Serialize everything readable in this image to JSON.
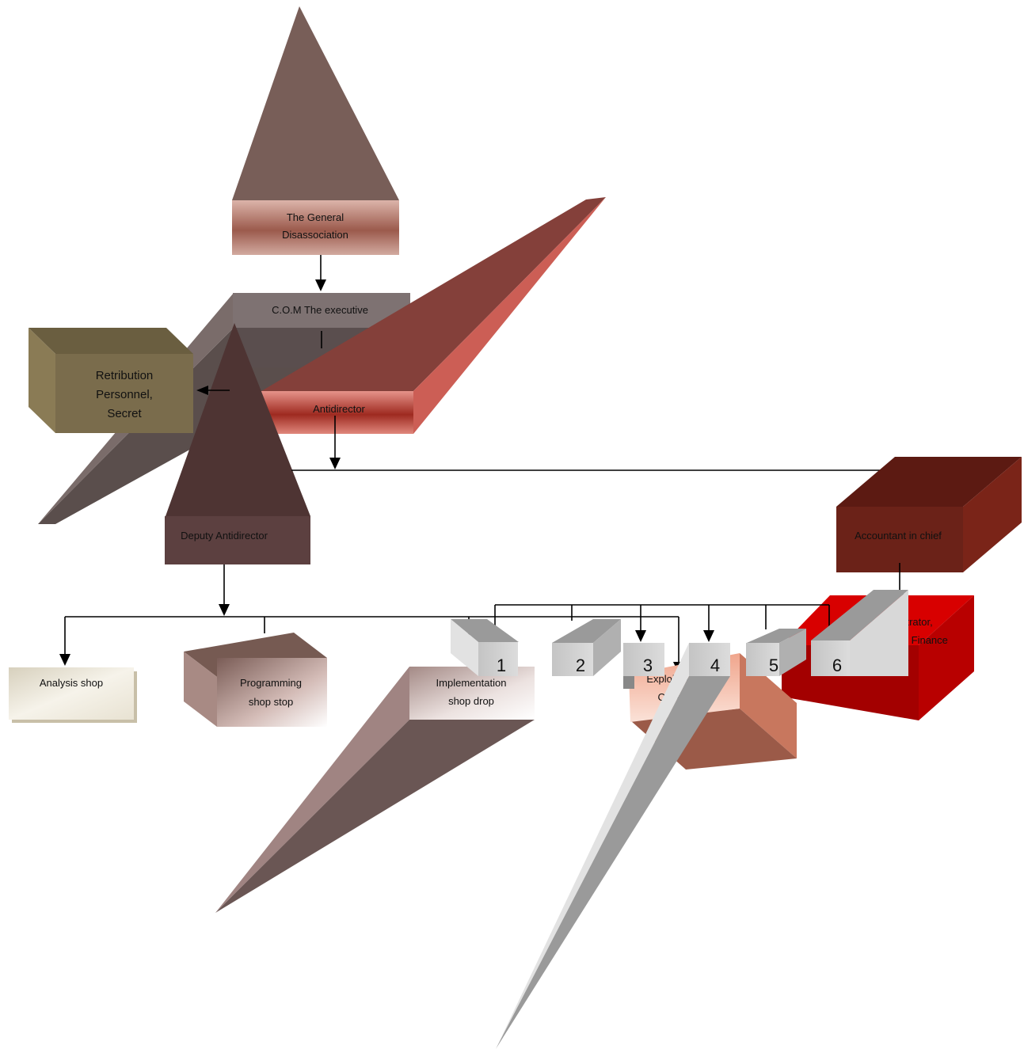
{
  "diagram": {
    "nodes": {
      "general": {
        "line1": "The General",
        "line2": "Disassociation"
      },
      "com": {
        "label": "C.O.M The executive"
      },
      "retribution": {
        "line1": "Retribution",
        "line2": "Personnel,",
        "line3": "Secret"
      },
      "antidirector": {
        "label": "Antidirector"
      },
      "deputy": {
        "label": "Deputy Antidirector"
      },
      "accountant": {
        "label": "Accountant in chief"
      },
      "administrator": {
        "line1": "Administrator,",
        "line2": "Accounting, Finance"
      },
      "analysis": {
        "label": "Analysis shop"
      },
      "programming": {
        "line1": "Programming",
        "line2": "shop stop"
      },
      "implementation": {
        "line1": "Implementation",
        "line2": "shop drop"
      },
      "exploitation": {
        "line1": "Exploitation",
        "line2": "Center"
      },
      "units": [
        "1",
        "2",
        "3",
        "4",
        "5",
        "6"
      ]
    },
    "colors": {
      "brown_gray": "#785e58",
      "dark_plum": "#4e3433",
      "rust": "#84403a",
      "olive": "#8a7c5c",
      "maroon": "#6b2218",
      "red": "#cc0000",
      "gray_box": "#b0b0b0"
    }
  }
}
